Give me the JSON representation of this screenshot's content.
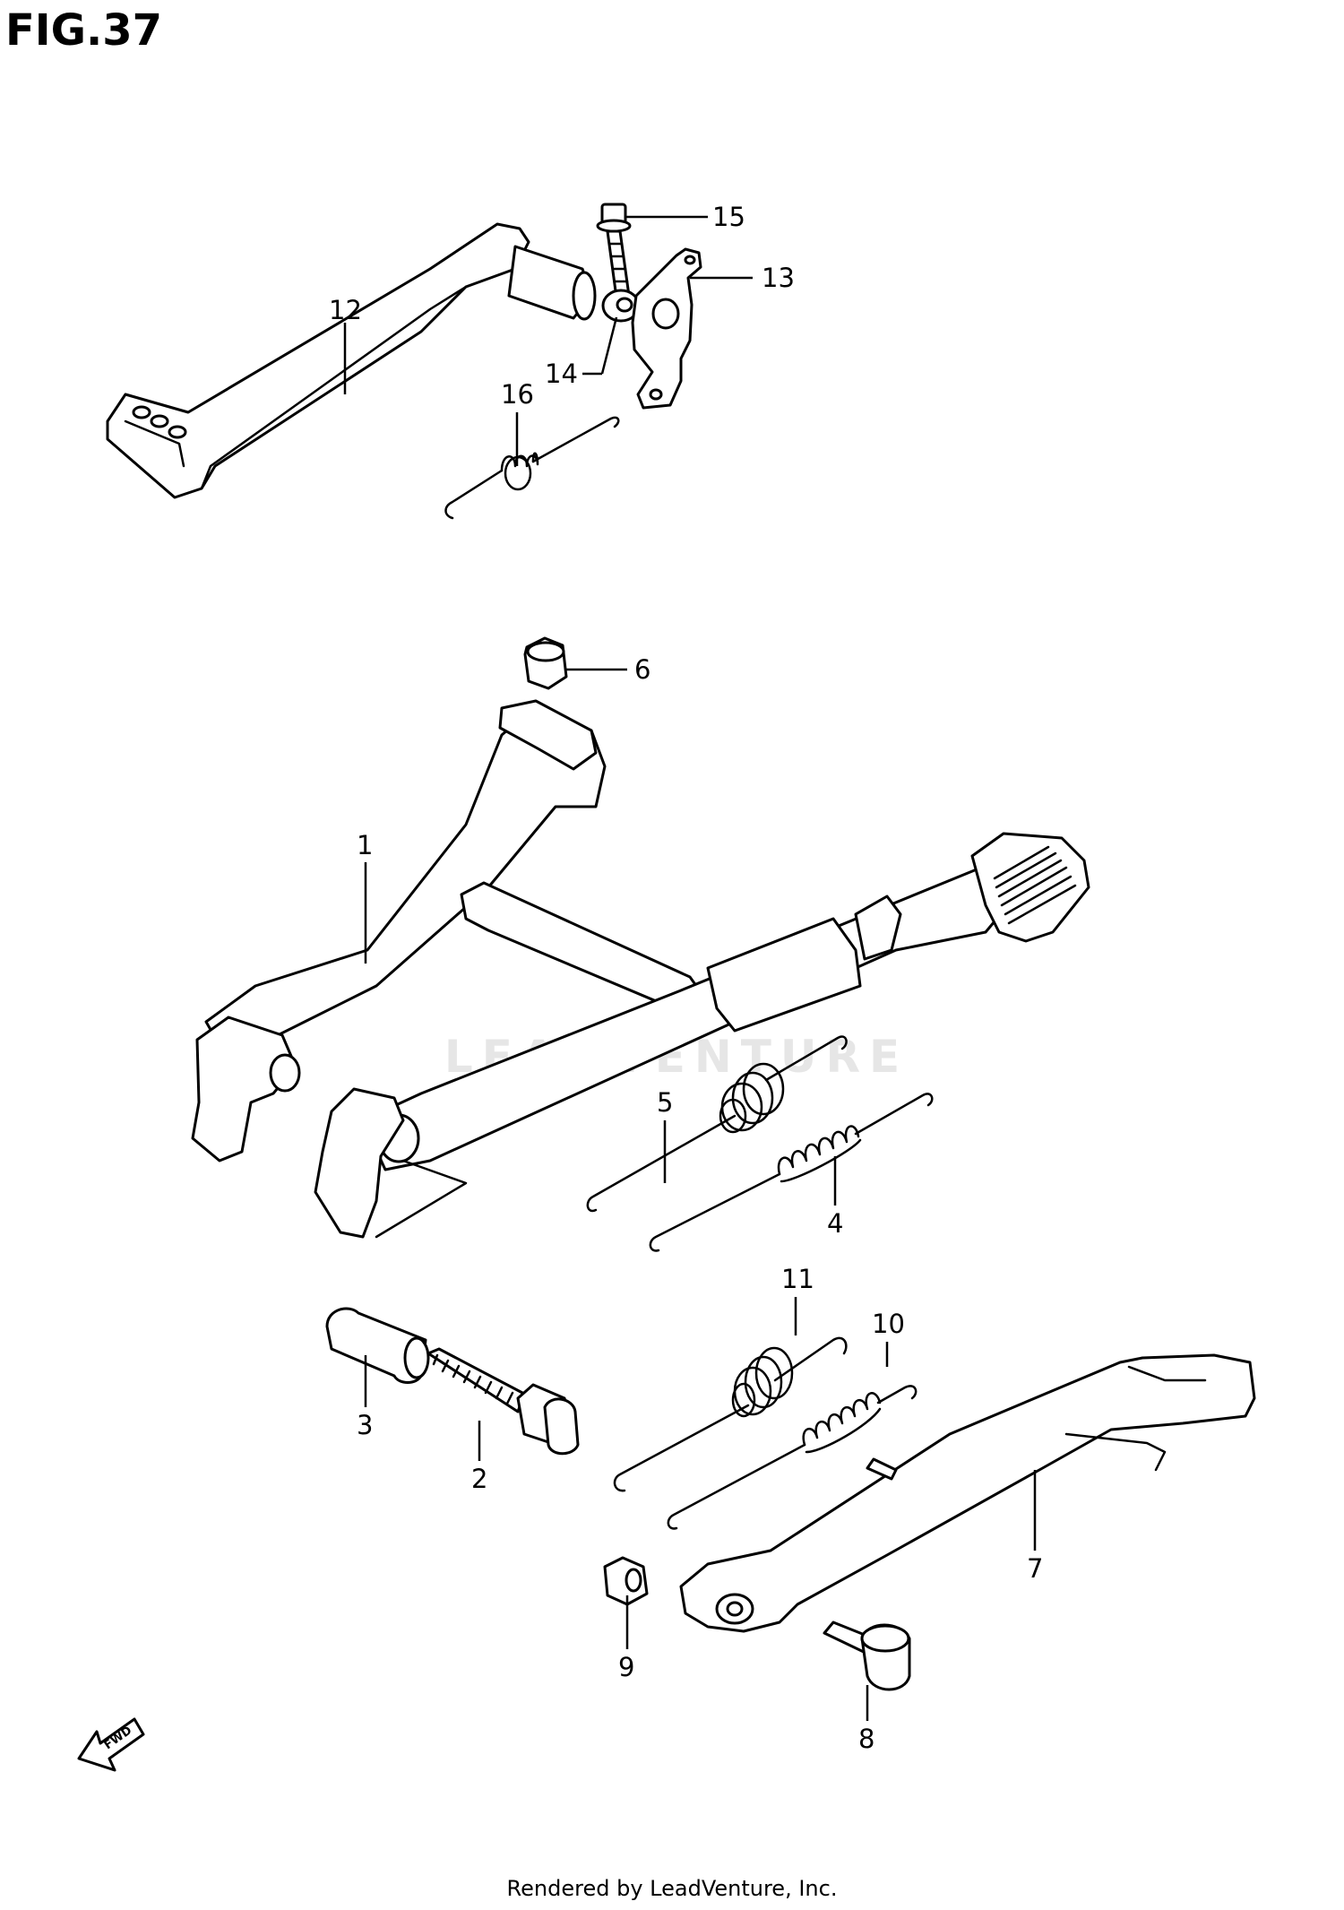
{
  "title": "FIG.37",
  "footer": "Rendered by LeadVenture, Inc.",
  "watermark": "LEADVENTURE",
  "fwd_label": "FWD",
  "callouts": [
    {
      "id": "1",
      "label": "1"
    },
    {
      "id": "2",
      "label": "2"
    },
    {
      "id": "3",
      "label": "3"
    },
    {
      "id": "4",
      "label": "4"
    },
    {
      "id": "5",
      "label": "5"
    },
    {
      "id": "6",
      "label": "6"
    },
    {
      "id": "7",
      "label": "7"
    },
    {
      "id": "8",
      "label": "8"
    },
    {
      "id": "9",
      "label": "9"
    },
    {
      "id": "10",
      "label": "10"
    },
    {
      "id": "11",
      "label": "11"
    },
    {
      "id": "12",
      "label": "12"
    },
    {
      "id": "13",
      "label": "13"
    },
    {
      "id": "14",
      "label": "14"
    },
    {
      "id": "15",
      "label": "15"
    },
    {
      "id": "16",
      "label": "16"
    }
  ]
}
